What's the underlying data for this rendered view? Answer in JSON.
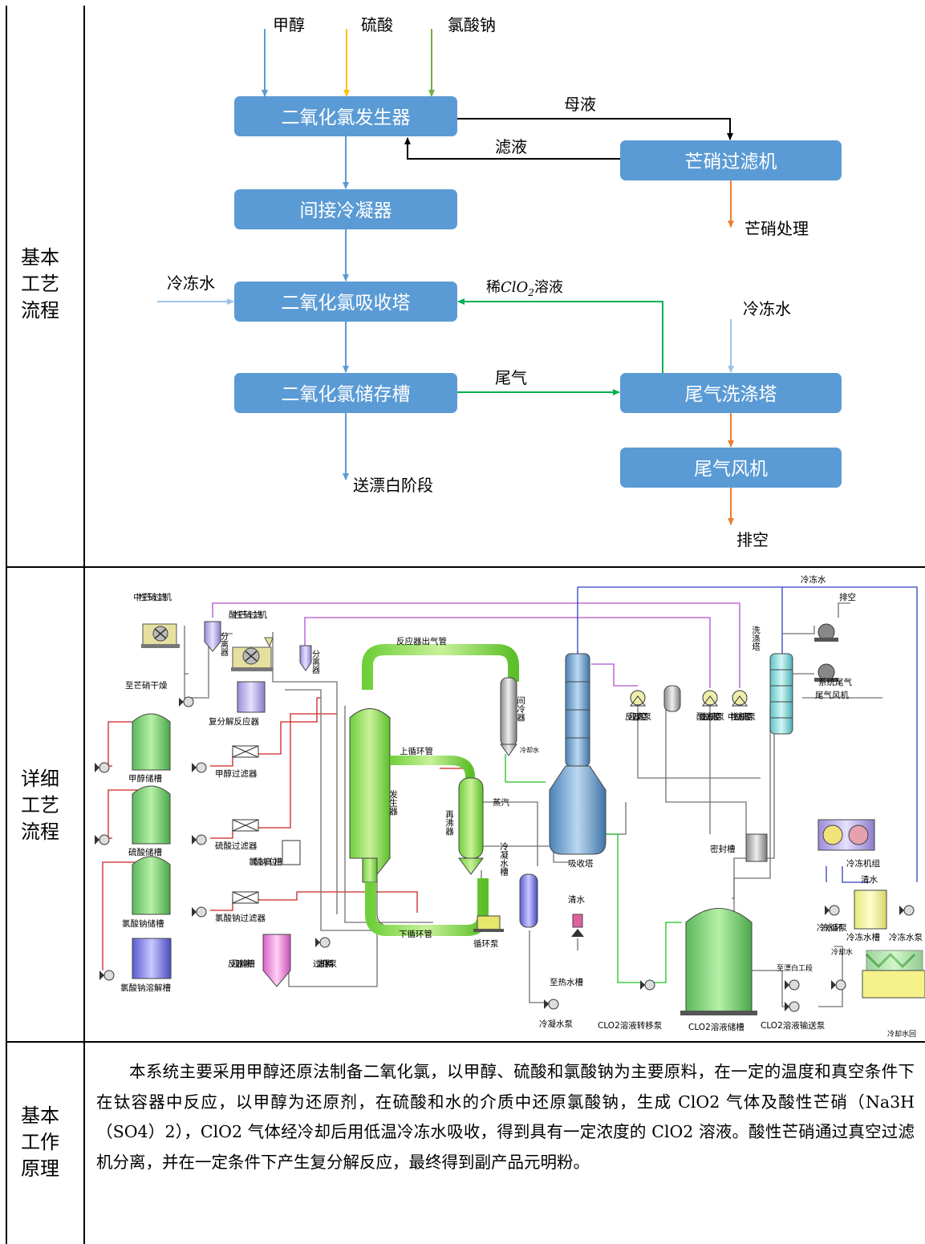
{
  "rows": {
    "basic_flow": {
      "label": "基本\n工艺\n流程"
    },
    "detail_flow": {
      "label": "详细\n工艺\n流程"
    },
    "principle": {
      "label": "基本\n工作\n原理"
    }
  },
  "basic_flow": {
    "inputs": {
      "methanol": "甲醇",
      "sulfuric_acid": "硫酸",
      "sodium_chlorate": "氯酸钠",
      "chilled_water_left": "冷冻水",
      "chilled_water_right": "冷冻水"
    },
    "boxes": {
      "generator": "二氧化氯发生器",
      "condenser": "间接冷凝器",
      "absorber": "二氧化氯吸收塔",
      "storage": "二氧化氯储存槽",
      "filter": "芒硝过滤机",
      "scrubber": "尾气洗涤塔",
      "fan": "尾气风机"
    },
    "edges": {
      "mother_liquor": "母液",
      "filtrate": "滤液",
      "dilute_prefix": "稀",
      "dilute_formula": "ClO",
      "dilute_sub": "2",
      "dilute_suffix": "溶液",
      "tail_gas": "尾气"
    },
    "outputs": {
      "sodium_sulfate_treatment": "芒硝处理",
      "to_bleaching": "送漂白阶段",
      "vent": "排空"
    },
    "colors": {
      "box": "#5b9bd5",
      "blue_line": "#5b9bd5",
      "yellow_line": "#ffc000",
      "green_line": "#70ad47",
      "process_green": "#00b050",
      "orange": "#ed7d31",
      "black": "#000000",
      "light_blue": "#9dc3e6"
    }
  },
  "detail_flow": {
    "labels": {
      "neutral_filter": "中性芒硝过滤机",
      "acid_filter": "酸性芒硝过滤机",
      "separator": "分离器",
      "to_dryer": "至芒硝干燥",
      "metathesis": "复分解反应器",
      "reactor_outlet": "反应器出气管",
      "upper_loop": "上循环管",
      "lower_loop": "下循环管",
      "generator": "发生器",
      "reboiler": "再沸器",
      "steam": "蒸汽",
      "condenser": "间冷器",
      "cooling_water": "冷却水",
      "absorber": "吸收塔",
      "scrubber": "洗涤塔",
      "chilled_water": "冷冻水",
      "vent": "排空",
      "tail_fan": "尾气风机",
      "system_tail_gas": "系统尾气",
      "reactor_vacuum_pump": "反应器真空泵",
      "acid_vacuum_pump": "酸性过滤机真空泵",
      "neutral_vacuum_pump": "中性过滤机真空泵",
      "seal_tank": "密封槽",
      "chiller": "冷冻机组",
      "clean_water": "清水",
      "clean_water_tank": "冷冻水槽",
      "chilled_circ_pump": "冷冻水循环泵",
      "chilled_pump": "冷冻水泵",
      "methanol_tank": "甲醇储槽",
      "methanol_filter": "甲醇过滤器",
      "acid_tank": "硫酸储槽",
      "acid_filter_dev": "硫酸过滤器",
      "chlorate_tank": "氯酸钠储槽",
      "chlorate_filter": "氯酸钠过滤器",
      "chlorate_head_tank": "氯酸钠高位槽",
      "chlorate_dissolve": "氯酸钠溶解槽",
      "reactor_drain": "反应器排液槽",
      "filter_feed_pump": "过滤机供料泵",
      "circ_pump": "循环泵",
      "cond_tank": "冷凝水槽",
      "to_hot_water": "至热水槽",
      "cond_pump": "冷凝水泵",
      "clo2_transfer": "CLO2溶液转移泵",
      "clo2_storage": "CLO2溶液储槽",
      "clo2_feed": "CLO2溶液输送泵",
      "to_bleach2": "至漂白工段",
      "cooling_tower_water": "冷却水",
      "cooling_return": "冷却水回"
    }
  },
  "principle": {
    "text": "本系统主要采用甲醇还原法制备二氧化氯，以甲醇、硫酸和氯酸钠为主要原料，在一定的温度和真空条件下在钛容器中反应，以甲醇为还原剂，在硫酸和水的介质中还原氯酸钠，生成 ClO2 气体及酸性芒硝（Na3H（SO4）2），ClO2 气体经冷却后用低温冷冻水吸收，得到具有一定浓度的 ClO2 溶液。酸性芒硝通过真空过滤机分离，并在一定条件下产生复分解反应，最终得到副产品元明粉。"
  }
}
